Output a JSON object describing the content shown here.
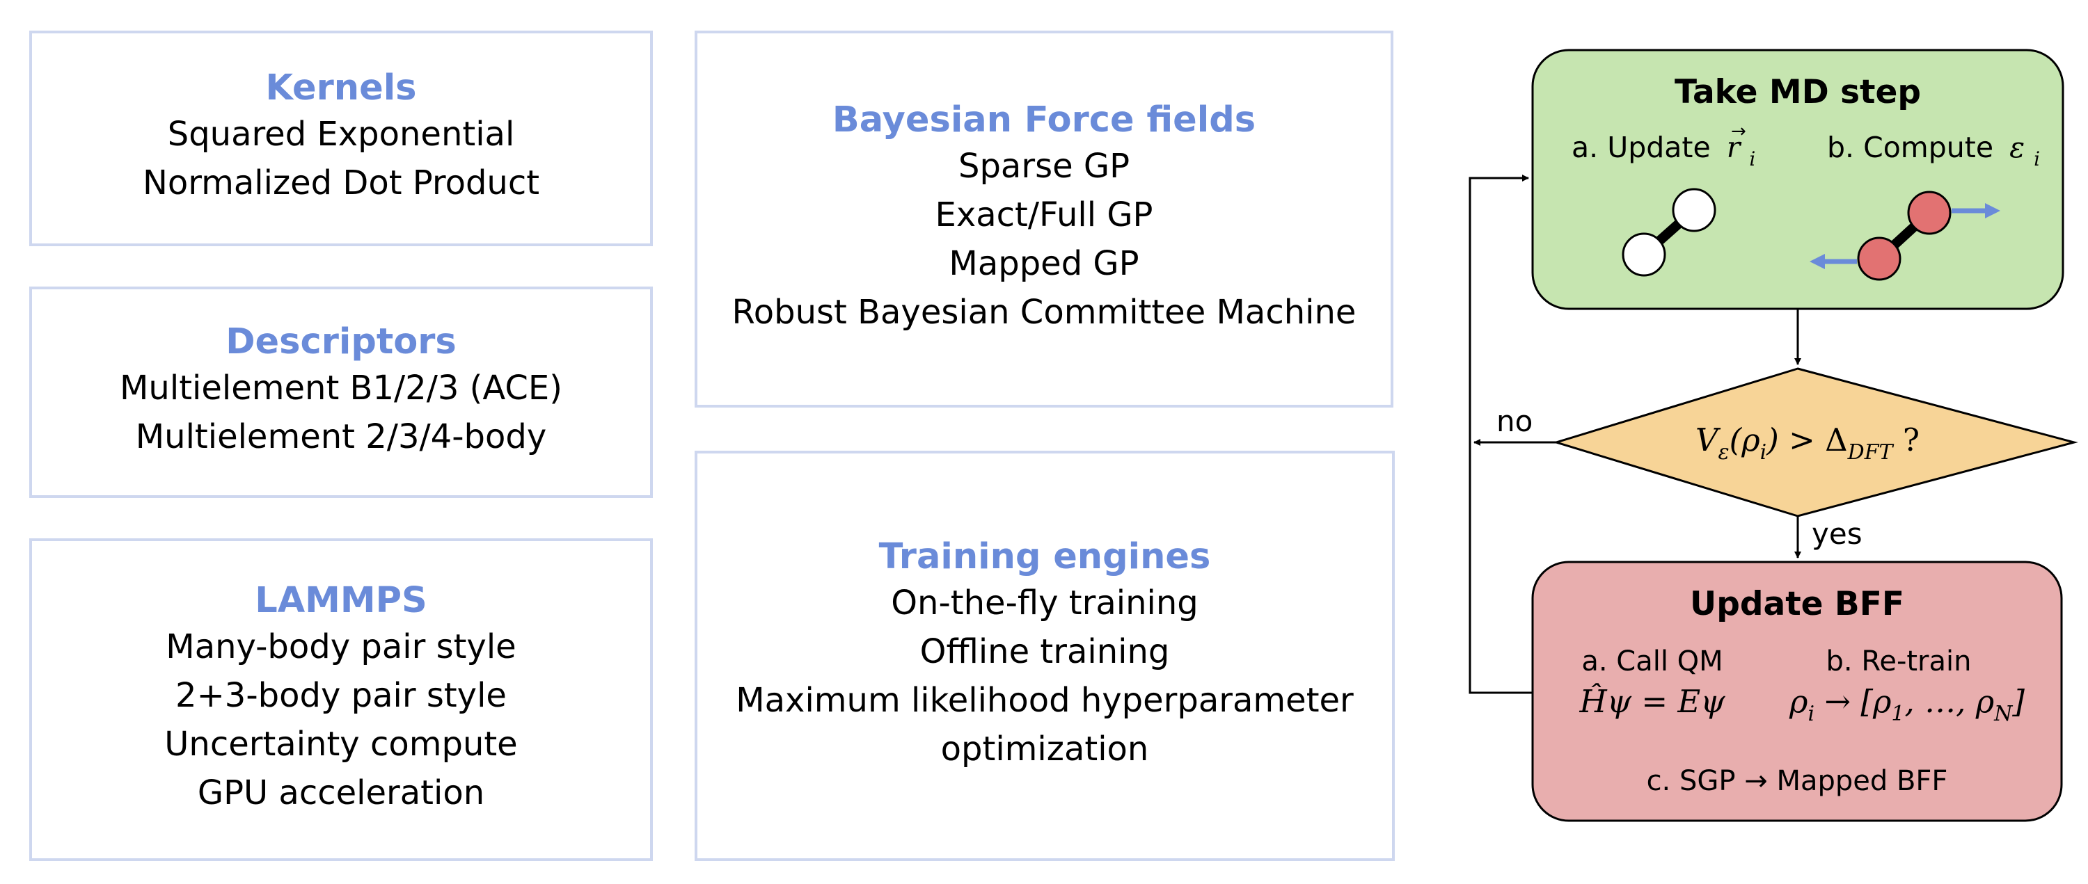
{
  "panels": {
    "kernels": {
      "title": "Kernels",
      "items": [
        "Squared Exponential",
        "Normalized Dot Product"
      ]
    },
    "descriptors": {
      "title": "Descriptors",
      "items": [
        "Multielement B1/2/3 (ACE)",
        "Multielement 2/3/4-body"
      ]
    },
    "lammps": {
      "title": "LAMMPS",
      "items": [
        "Many-body pair style",
        "2+3-body pair style",
        "Uncertainty compute",
        "GPU acceleration"
      ]
    },
    "bff": {
      "title": "Bayesian Force fields",
      "items": [
        "Sparse GP",
        "Exact/Full GP",
        "Mapped GP",
        "Robust Bayesian Committee Machine"
      ]
    },
    "training": {
      "title": "Training engines",
      "items": [
        "On-the-fly training",
        "Offline training",
        "Maximum likelihood hyperparameter",
        "optimization"
      ]
    }
  },
  "flowchart": {
    "md_step": {
      "title": "Take MD step",
      "label_a": "a. Update",
      "label_a_symbol": "r",
      "label_a_sub": "i",
      "label_b": "b. Compute",
      "label_b_symbol": "ε",
      "label_b_sub": "i"
    },
    "decision": {
      "V": "V",
      "V_sub": "ε",
      "rho": "ρ",
      "rho_sub": "i",
      "op": " > Δ",
      "op_sub": "DFT",
      "q": " ?"
    },
    "no_label": "no",
    "yes_label": "yes",
    "update": {
      "title": "Update BFF",
      "label_a": "a. Call QM",
      "eq_a": "Ĥψ = Eψ",
      "label_b": "b. Re-train",
      "eq_b_rho": "ρ",
      "eq_b_rho_sub": "i",
      "eq_b_arrow": " → [ρ",
      "eq_b_sub1": "1",
      "eq_b_mid": ", …, ρ",
      "eq_b_subN": "N",
      "eq_b_end": "]",
      "label_c": "c. SGP → Mapped BFF"
    }
  },
  "colors": {
    "panel_border": "#ced7ef",
    "panel_title": "#6a8bd9",
    "md_fill": "#c6e5b0",
    "decision_fill": "#f7d497",
    "update_fill": "#e8aeae",
    "atom_red": "#e27272",
    "force_arrow": "#6a8bd9"
  }
}
